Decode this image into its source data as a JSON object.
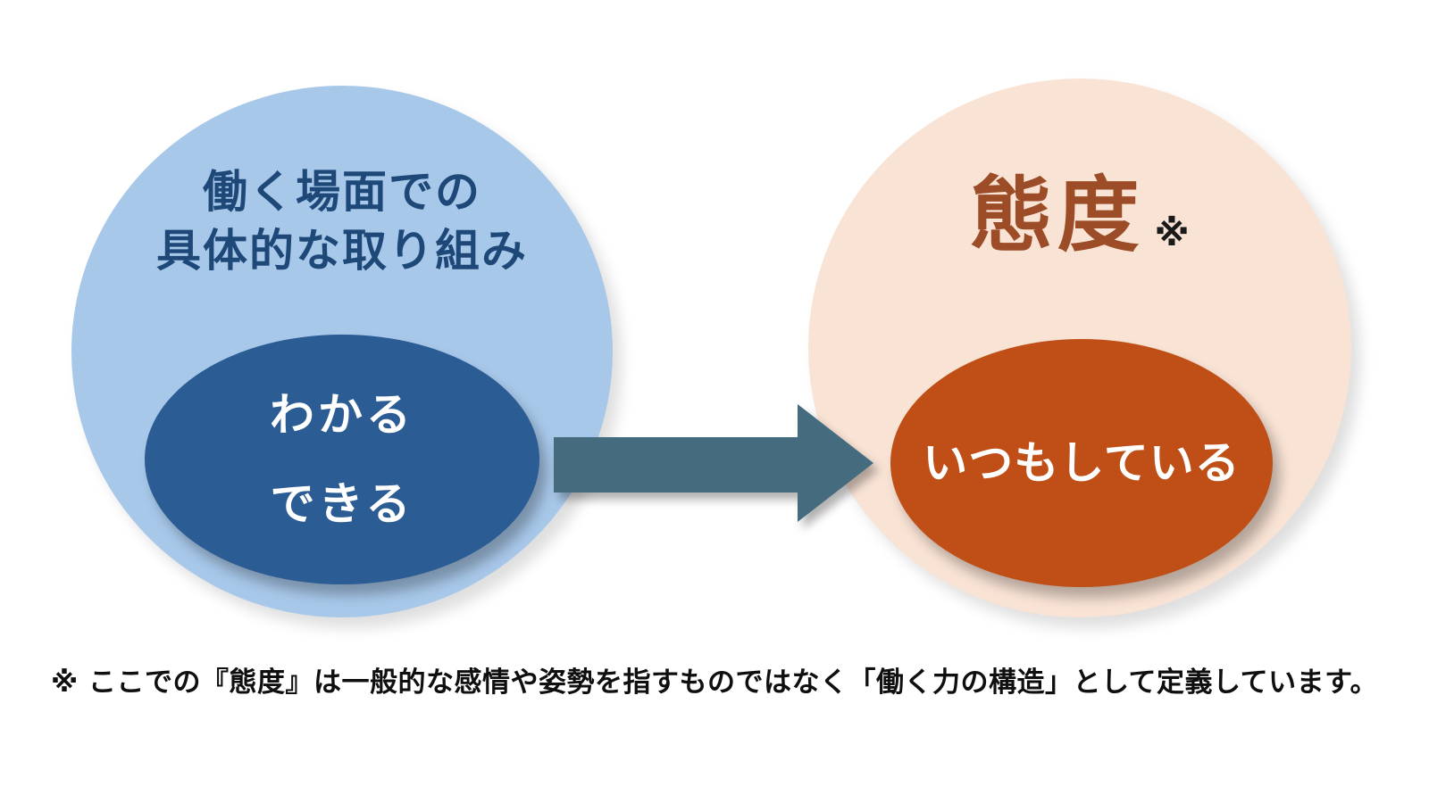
{
  "page": {
    "background": "#ffffff"
  },
  "diagram": {
    "left_circle": {
      "title_lines": [
        "働く場面での",
        "具体的な取り組み"
      ],
      "title_color": "#1d4878",
      "fill": "#a8c8ea",
      "inner_ellipse": {
        "lines": [
          "わかる",
          "できる"
        ],
        "fill": "#2b5c94",
        "text_color": "#ffffff"
      }
    },
    "arrow": {
      "color": "#456b7e",
      "direction": "left-to-right"
    },
    "right_circle": {
      "title": "態度",
      "reference_mark": "※",
      "title_color": "#9c4c26",
      "fill": "#f9e3d5",
      "inner_ellipse": {
        "label": "いつもしている",
        "fill": "#bf4f16",
        "text_color": "#ffffff"
      }
    },
    "footnote": "※ ここでの『態度』は一般的な感情や姿勢を指すものではなく「働く力の構造」として定義しています。"
  }
}
